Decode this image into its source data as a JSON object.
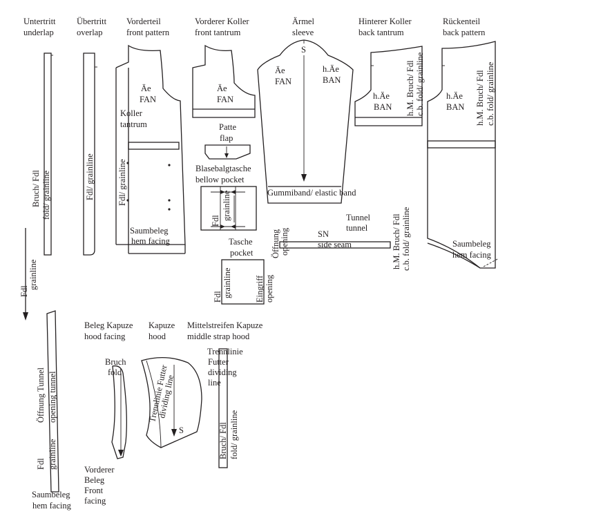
{
  "headers": {
    "underlap": [
      "Untertritt",
      "underlap"
    ],
    "overlap": [
      "Übertritt",
      "overlap"
    ],
    "front_pattern": [
      "Vorderteil",
      "front pattern"
    ],
    "front_tantrum": [
      "Vorderer Koller",
      "front tantrum"
    ],
    "sleeve": [
      "Ärmel",
      "sleeve"
    ],
    "back_tantrum": [
      "Hinterer Koller",
      "back tantrum"
    ],
    "back_pattern": [
      "Rückenteil",
      "back pattern"
    ],
    "hood_facing": [
      "Beleg Kapuze",
      "hood facing"
    ],
    "hood": [
      "Kapuze",
      "hood"
    ],
    "middle_strap_hood": [
      "Mittelstreifen Kapuze",
      "middle strap hood"
    ]
  },
  "labels": {
    "ae": "Äe",
    "fan": "FAN",
    "hae": "h.Äe",
    "ban": "BAN",
    "s": "S",
    "koller": "Koller",
    "tantrum": "tantrum",
    "saumbeleg": "Saumbeleg",
    "hem_facing": "hem facing",
    "patte": "Patte",
    "flap": "flap",
    "blasebalgtasche": "Blasebalgtasche",
    "bellow_pocket": "bellow pocket",
    "fdl": "Fdl",
    "grainline": "grainline",
    "gummiband": "Gummiband/ elastic band",
    "tunnel_de": "Tunnel",
    "tunnel_en": "tunnel",
    "sn": "SN",
    "side_seam": "side seam",
    "oeffnung": "Öffnung",
    "opening": "opening",
    "tasche": "Tasche",
    "pocket": "pocket",
    "eingriff": "Eingriff",
    "bruch_fdl": "Bruch/ Fdl",
    "fold_grainline": "fold/ grainline",
    "fdl_grainline": "Fdl/ grainline",
    "hm_bruch_fdl": "h.M. Bruch/ Fdl",
    "cb_fold_grainline": "c.b. fold/ grainline",
    "bruch": "Bruch",
    "fold": "fold",
    "trennlinie_futter": "Trennlinie Futter",
    "dividing_line": "dividing line",
    "trennlinie": "Trennlinie",
    "futter": "Futter",
    "dividing": "dividing",
    "line": "line",
    "oeffnung_tunnel": "Öffnung Tunnel",
    "opening_tunnel": "opening tunnel",
    "vorderer": "Vorderer",
    "beleg": "Beleg",
    "front": "Front",
    "facing": "facing"
  }
}
